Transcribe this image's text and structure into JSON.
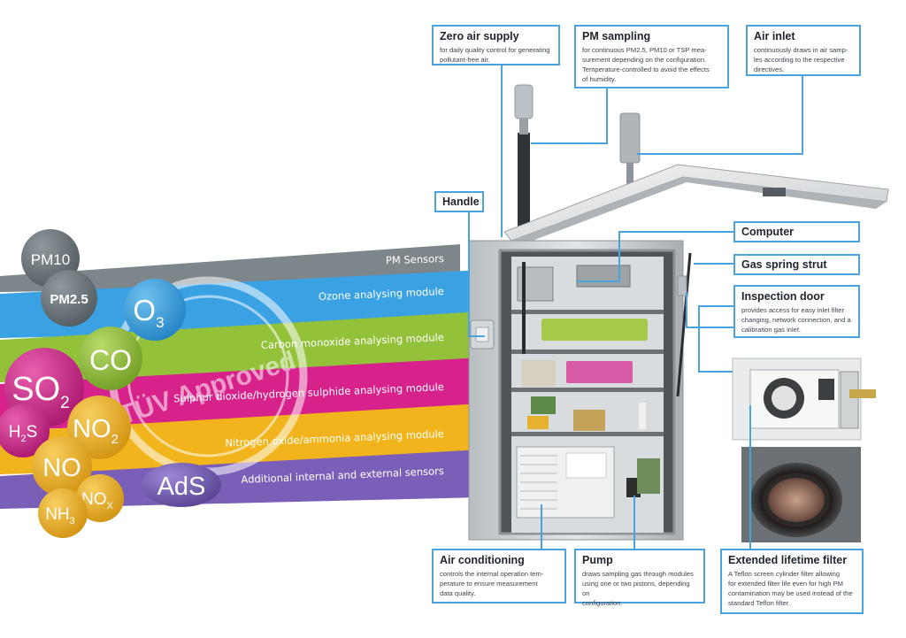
{
  "gases": {
    "pm10": "PM10",
    "pm25": "PM2.5",
    "o3_main": "O",
    "o3_sub": "3",
    "co": "CO",
    "so2_main": "SO",
    "so2_sub": "2",
    "h2s_a": "H",
    "h2s_sub": "2",
    "h2s_b": "S",
    "no2_main": "NO",
    "no2_sub": "2",
    "no": "NO",
    "nox_main": "NO",
    "nox_sub": "X",
    "nh3_main": "NH",
    "nh3_sub": "3",
    "ads": "AdS"
  },
  "stamp": {
    "text": "TÜV Approved"
  },
  "bands": [
    {
      "label": "PM Sensors",
      "color": "#7d868b"
    },
    {
      "label": "Ozone analysing module",
      "color": "#3aa1e3"
    },
    {
      "label": "Carbon monoxide analysing module",
      "color": "#93c23a"
    },
    {
      "label": "Sulphur dioxide/hydrogen sulphide analysing module",
      "color": "#d6228a"
    },
    {
      "label": "Nitrogen oxide/ammonia analysing module",
      "color": "#f1b41c"
    },
    {
      "label": "Additional internal and external sensors",
      "color": "#7a5fb8"
    }
  ],
  "callouts": {
    "zero_air": {
      "title": "Zero air supply",
      "desc": [
        "for daily quality control for generating",
        "pollutant-free air."
      ]
    },
    "pm_sampling": {
      "title": "PM sampling",
      "desc": [
        "for continuous PM2.5, PM10 or TSP mea-",
        "surement depending on the configuration.",
        "Temperature-controlled to avoid the effects",
        "of humidity."
      ]
    },
    "air_inlet": {
      "title": "Air inlet",
      "desc": [
        "continuously draws in air samp-",
        "les according to the respective",
        "directives."
      ]
    },
    "handle": {
      "title": "Handle"
    },
    "computer": {
      "title": "Computer"
    },
    "gas_spring": {
      "title": "Gas spring strut"
    },
    "inspection_door": {
      "title": "Inspection door",
      "desc": [
        "provides access for easy inlet filter",
        "changing, network connection, and a",
        "calibration gas inlet."
      ]
    },
    "air_conditioning": {
      "title": "Air conditioning",
      "desc": [
        "controls the internal operation tem-",
        "perature to ensure measurement",
        "data quality."
      ]
    },
    "pump": {
      "title": "Pump",
      "desc": [
        "draws sampling gas through modules",
        "using one or two pistons, depending on",
        "configuration."
      ]
    },
    "extended_filter": {
      "title": "Extended lifetime filter",
      "desc": [
        "A Teflon screen cylinder filter allowing",
        "for extended filter life even for high PM",
        "contamination may be used instead of the",
        "standard Teflon filter."
      ]
    }
  },
  "colors": {
    "callout_border": "#4aa3df",
    "cabinet": "#c9cdd1",
    "cabinet_dark": "#8e9499",
    "inner": "#565c60"
  }
}
